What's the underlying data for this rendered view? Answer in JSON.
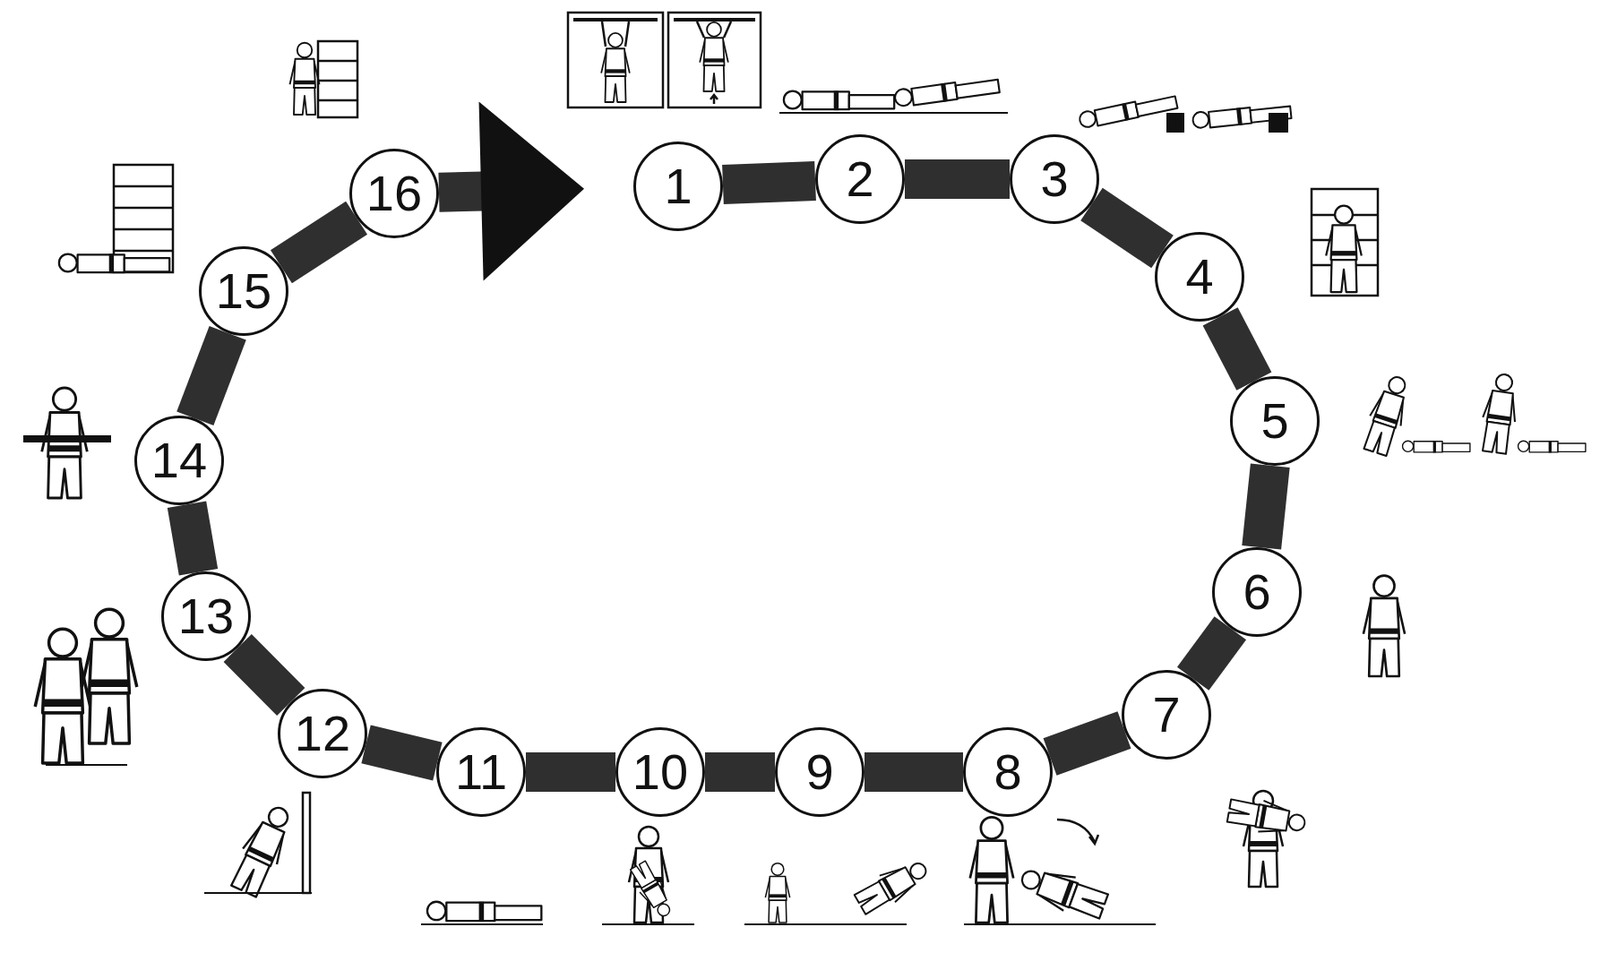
{
  "diagram": {
    "nodes": [
      {
        "text": [
          "1"
        ]
      },
      {
        "text": [
          "2"
        ]
      },
      {
        "text": [
          "3"
        ]
      },
      {
        "text": [
          "4"
        ]
      },
      {
        "text": [
          "5"
        ]
      },
      {
        "text": [
          "6"
        ]
      },
      {
        "text": [
          "7"
        ]
      },
      {
        "text": [
          "8"
        ]
      },
      {
        "text": [
          "9"
        ]
      },
      {
        "text": [
          "10"
        ]
      },
      {
        "text": [
          "11"
        ]
      },
      {
        "text": [
          "12"
        ]
      },
      {
        "text": [
          "13"
        ]
      },
      {
        "text": [
          "14"
        ]
      },
      {
        "text": [
          "15"
        ]
      },
      {
        "text": [
          "16"
        ]
      }
    ],
    "edges": [
      {
        "from": 0,
        "to": 1,
        "arrow": "none"
      },
      {
        "from": 1,
        "to": 2,
        "arrow": "none"
      },
      {
        "from": 2,
        "to": 3,
        "arrow": "none"
      },
      {
        "from": 3,
        "to": 4,
        "arrow": "none"
      },
      {
        "from": 4,
        "to": 5,
        "arrow": "none"
      },
      {
        "from": 5,
        "to": 6,
        "arrow": "none"
      },
      {
        "from": 6,
        "to": 7,
        "arrow": "none"
      },
      {
        "from": 7,
        "to": 8,
        "arrow": "none"
      },
      {
        "from": 8,
        "to": 9,
        "arrow": "none"
      },
      {
        "from": 9,
        "to": 10,
        "arrow": "none"
      },
      {
        "from": 10,
        "to": 11,
        "arrow": "none"
      },
      {
        "from": 11,
        "to": 12,
        "arrow": "none"
      },
      {
        "from": 12,
        "to": 13,
        "arrow": "none"
      },
      {
        "from": 13,
        "to": 14,
        "arrow": "none"
      },
      {
        "from": 14,
        "to": 15,
        "arrow": "none"
      },
      {
        "from": 15,
        "to": 0,
        "arrow": "to"
      }
    ]
  }
}
